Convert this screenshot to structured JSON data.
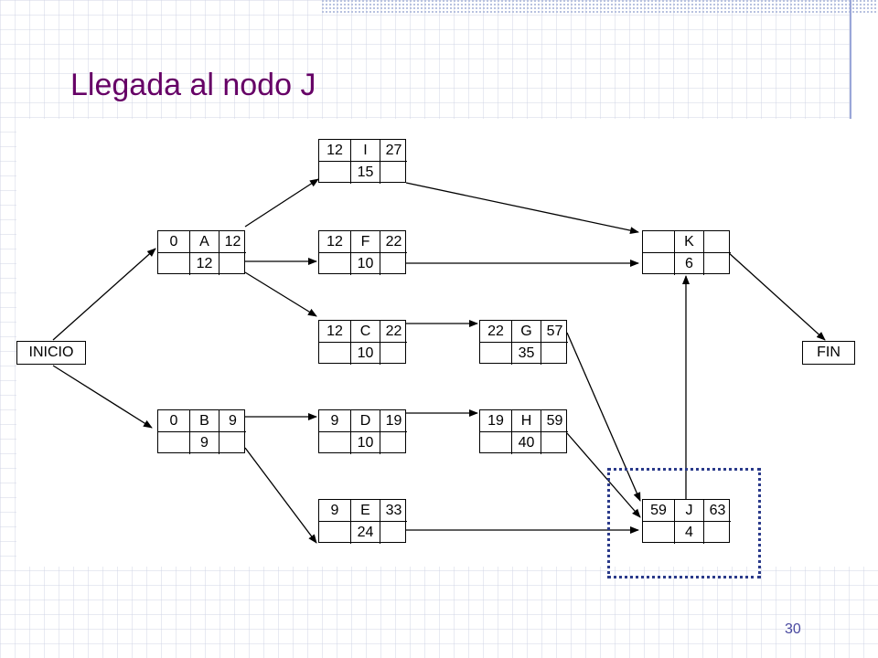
{
  "title": "Llegada al nodo J",
  "page_number": "30",
  "colors": {
    "title": "#660066",
    "highlight": "#2a3a8a",
    "page_number": "#4a4aa0"
  },
  "start_node": "INICIO",
  "end_node": "FIN",
  "activities": {
    "I": {
      "es": "12",
      "name": "I",
      "ef": "27",
      "dur": "15"
    },
    "A": {
      "es": "0",
      "name": "A",
      "ef": "12",
      "dur": "12"
    },
    "F": {
      "es": "12",
      "name": "F",
      "ef": "22",
      "dur": "10"
    },
    "C": {
      "es": "12",
      "name": "C",
      "ef": "22",
      "dur": "10"
    },
    "G": {
      "es": "22",
      "name": "G",
      "ef": "57",
      "dur": "35"
    },
    "B": {
      "es": "0",
      "name": "B",
      "ef": "9",
      "dur": "9"
    },
    "D": {
      "es": "9",
      "name": "D",
      "ef": "19",
      "dur": "10"
    },
    "H": {
      "es": "19",
      "name": "H",
      "ef": "59",
      "dur": "40"
    },
    "E": {
      "es": "9",
      "name": "E",
      "ef": "33",
      "dur": "24"
    },
    "J": {
      "es": "59",
      "name": "J",
      "ef": "63",
      "dur": "4"
    },
    "K": {
      "es": "",
      "name": "K",
      "ef": "",
      "dur": "6"
    }
  },
  "edges": [
    [
      "INICIO",
      "A"
    ],
    [
      "INICIO",
      "B"
    ],
    [
      "A",
      "I"
    ],
    [
      "A",
      "F"
    ],
    [
      "A",
      "C"
    ],
    [
      "B",
      "D"
    ],
    [
      "B",
      "E"
    ],
    [
      "C",
      "G"
    ],
    [
      "D",
      "H"
    ],
    [
      "I",
      "K"
    ],
    [
      "F",
      "K"
    ],
    [
      "G",
      "J"
    ],
    [
      "H",
      "J"
    ],
    [
      "E",
      "J"
    ],
    [
      "J",
      "K"
    ],
    [
      "K",
      "FIN"
    ]
  ]
}
